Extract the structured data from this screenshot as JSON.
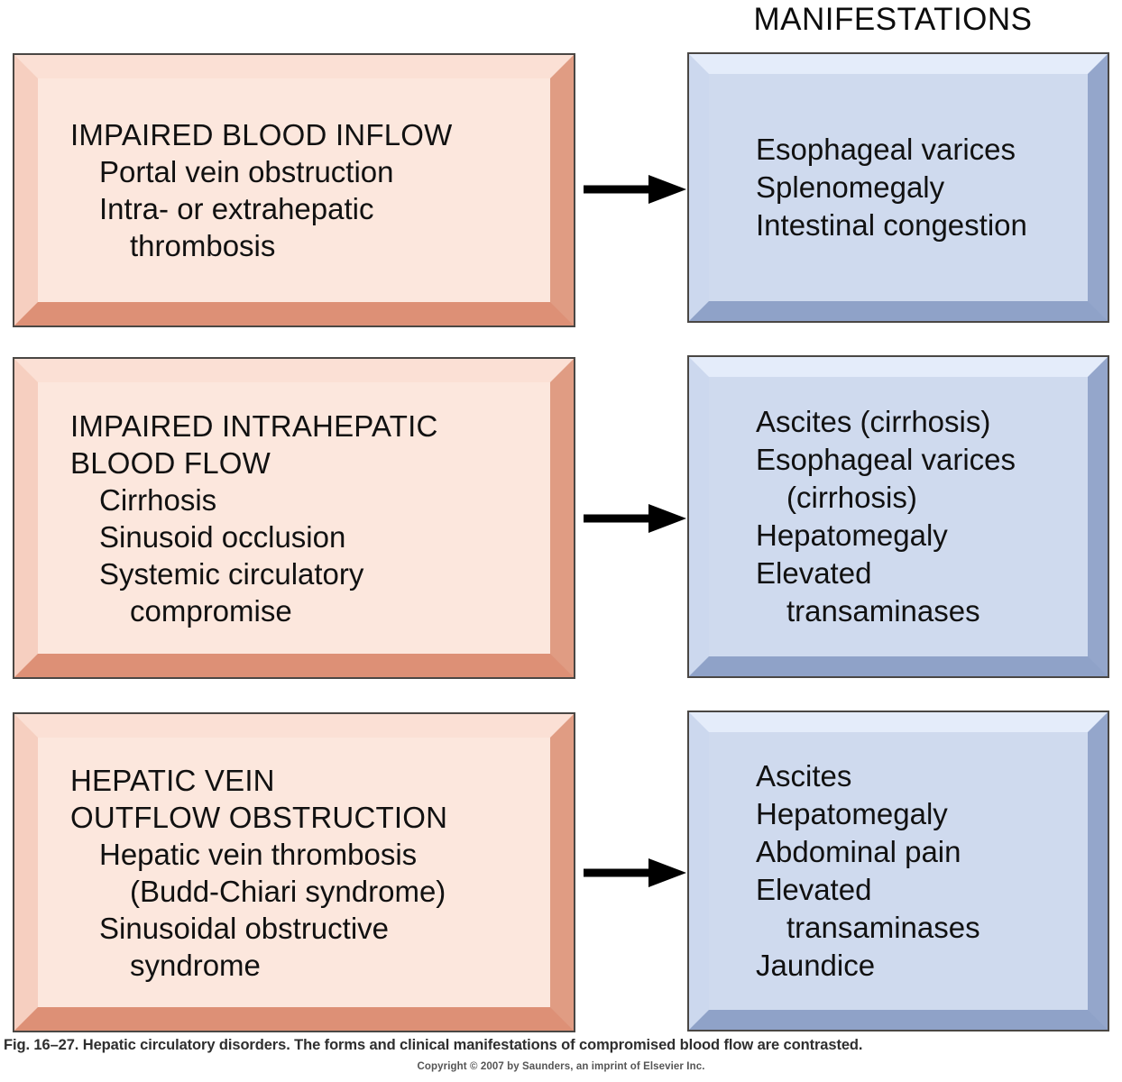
{
  "header": {
    "manifestations_label": "MANIFESTATIONS"
  },
  "rows": [
    {
      "cause": {
        "title_lines": [
          "IMPAIRED BLOOD INFLOW"
        ],
        "items": [
          {
            "text": "Portal vein obstruction",
            "indent": 1
          },
          {
            "text": "Intra- or extrahepatic",
            "indent": 1
          },
          {
            "text": "thrombosis",
            "indent": 2
          }
        ]
      },
      "arrow_label": "arrow-row-1",
      "manifestations": [
        {
          "text": "Esophageal varices",
          "indent": 0
        },
        {
          "text": "Splenomegaly",
          "indent": 0
        },
        {
          "text": "Intestinal congestion",
          "indent": 0
        }
      ]
    },
    {
      "cause": {
        "title_lines": [
          "IMPAIRED INTRAHEPATIC",
          "BLOOD FLOW"
        ],
        "items": [
          {
            "text": "Cirrhosis",
            "indent": 1
          },
          {
            "text": "Sinusoid occlusion",
            "indent": 1
          },
          {
            "text": "Systemic circulatory",
            "indent": 1
          },
          {
            "text": "compromise",
            "indent": 2
          }
        ]
      },
      "arrow_label": "arrow-row-2",
      "manifestations": [
        {
          "text": "Ascites (cirrhosis)",
          "indent": 0
        },
        {
          "text": "Esophageal varices",
          "indent": 0
        },
        {
          "text": "(cirrhosis)",
          "indent": 1
        },
        {
          "text": "Hepatomegaly",
          "indent": 0
        },
        {
          "text": "Elevated",
          "indent": 0
        },
        {
          "text": "transaminases",
          "indent": 1
        }
      ]
    },
    {
      "cause": {
        "title_lines": [
          "HEPATIC VEIN",
          "OUTFLOW OBSTRUCTION"
        ],
        "items": [
          {
            "text": "Hepatic vein thrombosis",
            "indent": 1
          },
          {
            "text": "(Budd-Chiari syndrome)",
            "indent": 2
          },
          {
            "text": "Sinusoidal obstructive",
            "indent": 1
          },
          {
            "text": "syndrome",
            "indent": 2
          }
        ]
      },
      "arrow_label": "arrow-row-3",
      "manifestations": [
        {
          "text": "Ascites",
          "indent": 0
        },
        {
          "text": "Hepatomegaly",
          "indent": 0
        },
        {
          "text": "Abdominal pain",
          "indent": 0
        },
        {
          "text": "Elevated",
          "indent": 0
        },
        {
          "text": "transaminases",
          "indent": 1
        },
        {
          "text": "Jaundice",
          "indent": 0
        }
      ]
    }
  ],
  "caption": {
    "figure_text": "Fig. 16–27. Hepatic circulatory disorders. The forms and clinical manifestations of compromised blood flow are contrasted.",
    "copyright_text": "Copyright © 2007 by Saunders, an imprint of Elsevier Inc."
  },
  "colors": {
    "pink_face": "#fce7dd",
    "pink_edge_dark": "#dd9076",
    "pink_edge_light": "#fbe0d5",
    "blue_face": "#cfdaee",
    "blue_edge_dark": "#8fa2c8",
    "blue_edge_light": "#e4ecfa",
    "border": "#4a4744",
    "text": "#111111",
    "arrow": "#000000"
  }
}
